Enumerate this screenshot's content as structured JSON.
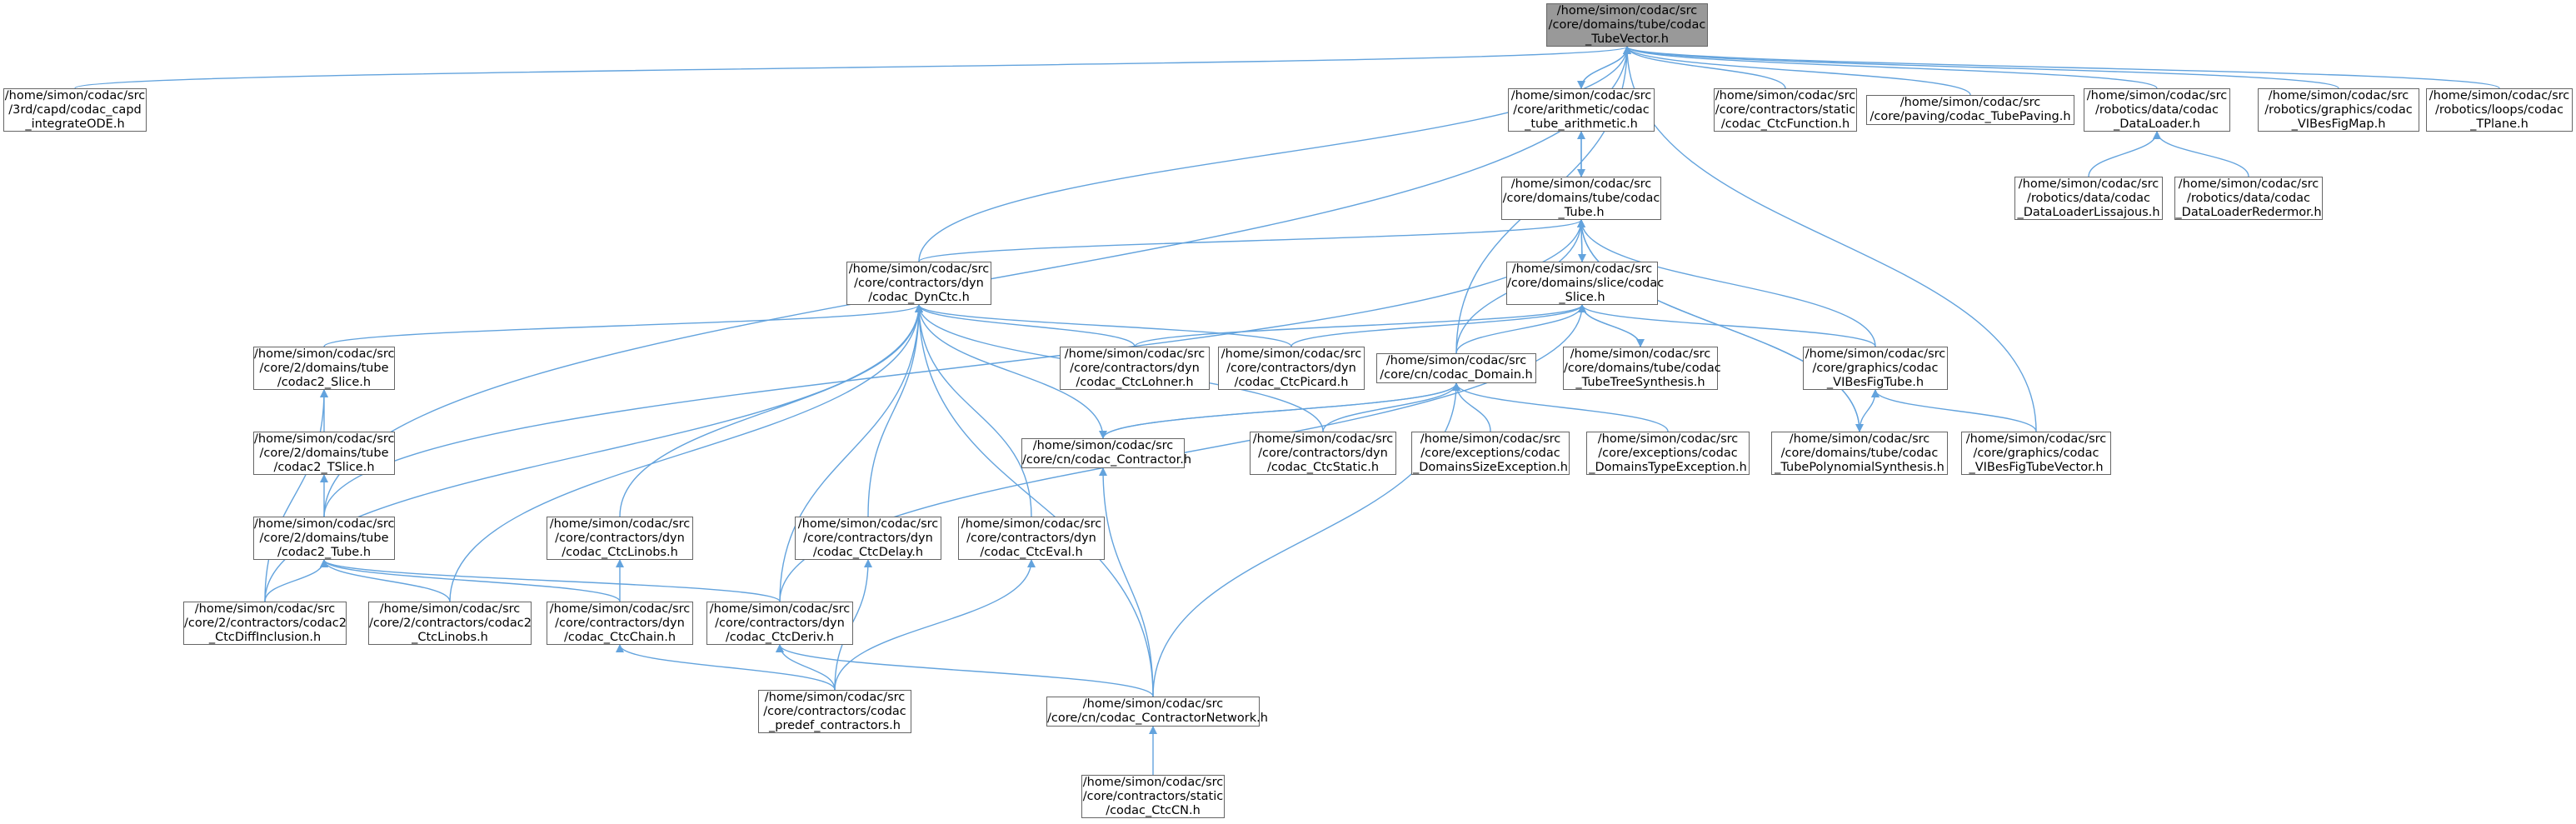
{
  "diagram": {
    "colors": {
      "edge": "#63a3dd",
      "node_border": "#666666",
      "root_fill": "#999999",
      "node_fill": "#ffffff"
    },
    "nodes": {
      "tubevector": [
        "/home/simon/codac/src",
        "/core/domains/tube/codac",
        "_TubeVector.h"
      ],
      "integrateode": [
        "/home/simon/codac/src",
        "/3rd/capd/codac_capd",
        "_integrateODE.h"
      ],
      "tube_arith": [
        "/home/simon/codac/src",
        "/core/arithmetic/codac",
        "_tube_arithmetic.h"
      ],
      "ctcfunction": [
        "/home/simon/codac/src",
        "/core/contractors/static",
        "/codac_CtcFunction.h"
      ],
      "tubepaving": [
        "/home/simon/codac/src",
        "/core/paving/codac_TubePaving.h"
      ],
      "dataloader": [
        "/home/simon/codac/src",
        "/robotics/data/codac",
        "_DataLoader.h"
      ],
      "vibesfigmap": [
        "/home/simon/codac/src",
        "/robotics/graphics/codac",
        "_VIBesFigMap.h"
      ],
      "tplane": [
        "/home/simon/codac/src",
        "/robotics/loops/codac",
        "_TPlane.h"
      ],
      "tube": [
        "/home/simon/codac/src",
        "/core/domains/tube/codac",
        "_Tube.h"
      ],
      "lissajous": [
        "/home/simon/codac/src",
        "/robotics/data/codac",
        "_DataLoaderLissajous.h"
      ],
      "redermor": [
        "/home/simon/codac/src",
        "/robotics/data/codac",
        "_DataLoaderRedermor.h"
      ],
      "dynctc": [
        "/home/simon/codac/src",
        "/core/contractors/dyn",
        "/codac_DynCtc.h"
      ],
      "slice": [
        "/home/simon/codac/src",
        "/core/domains/slice/codac",
        "_Slice.h"
      ],
      "codac2_slice": [
        "/home/simon/codac/src",
        "/core/2/domains/tube",
        "/codac2_Slice.h"
      ],
      "ctclohner": [
        "/home/simon/codac/src",
        "/core/contractors/dyn",
        "/codac_CtcLohner.h"
      ],
      "ctcpicard": [
        "/home/simon/codac/src",
        "/core/contractors/dyn",
        "/codac_CtcPicard.h"
      ],
      "domain": [
        "/home/simon/codac/src",
        "/core/cn/codac_Domain.h"
      ],
      "treesynth": [
        "/home/simon/codac/src",
        "/core/domains/tube/codac",
        "_TubeTreeSynthesis.h"
      ],
      "vibesfigtube": [
        "/home/simon/codac/src",
        "/core/graphics/codac",
        "_VIBesFigTube.h"
      ],
      "codac2_tslice": [
        "/home/simon/codac/src",
        "/core/2/domains/tube",
        "/codac2_TSlice.h"
      ],
      "contractor": [
        "/home/simon/codac/src",
        "/core/cn/codac_Contractor.h"
      ],
      "ctcstatic": [
        "/home/simon/codac/src",
        "/core/contractors/dyn",
        "/codac_CtcStatic.h"
      ],
      "sizeexc": [
        "/home/simon/codac/src",
        "/core/exceptions/codac",
        "_DomainsSizeException.h"
      ],
      "typeexc": [
        "/home/simon/codac/src",
        "/core/exceptions/codac",
        "_DomainsTypeException.h"
      ],
      "polysynth": [
        "/home/simon/codac/src",
        "/core/domains/tube/codac",
        "_TubePolynomialSynthesis.h"
      ],
      "vibesfigtv": [
        "/home/simon/codac/src",
        "/core/graphics/codac",
        "_VIBesFigTubeVector.h"
      ],
      "codac2_tube": [
        "/home/simon/codac/src",
        "/core/2/domains/tube",
        "/codac2_Tube.h"
      ],
      "ctclinobs": [
        "/home/simon/codac/src",
        "/core/contractors/dyn",
        "/codac_CtcLinobs.h"
      ],
      "ctcdelay": [
        "/home/simon/codac/src",
        "/core/contractors/dyn",
        "/codac_CtcDelay.h"
      ],
      "ctceval": [
        "/home/simon/codac/src",
        "/core/contractors/dyn",
        "/codac_CtcEval.h"
      ],
      "diffincl": [
        "/home/simon/codac/src",
        "/core/2/contractors/codac2",
        "_CtcDiffInclusion.h"
      ],
      "c2linobs": [
        "/home/simon/codac/src",
        "/core/2/contractors/codac2",
        "_CtcLinobs.h"
      ],
      "ctcchain": [
        "/home/simon/codac/src",
        "/core/contractors/dyn",
        "/codac_CtcChain.h"
      ],
      "ctcderiv": [
        "/home/simon/codac/src",
        "/core/contractors/dyn",
        "/codac_CtcDeriv.h"
      ],
      "predef": [
        "/home/simon/codac/src",
        "/core/contractors/codac",
        "_predef_contractors.h"
      ],
      "cnetwork": [
        "/home/simon/codac/src",
        "/core/cn/codac_ContractorNetwork.h"
      ],
      "ctccn": [
        "/home/simon/codac/src",
        "/core/contractors/static",
        "/codac_CtcCN.h"
      ]
    }
  }
}
